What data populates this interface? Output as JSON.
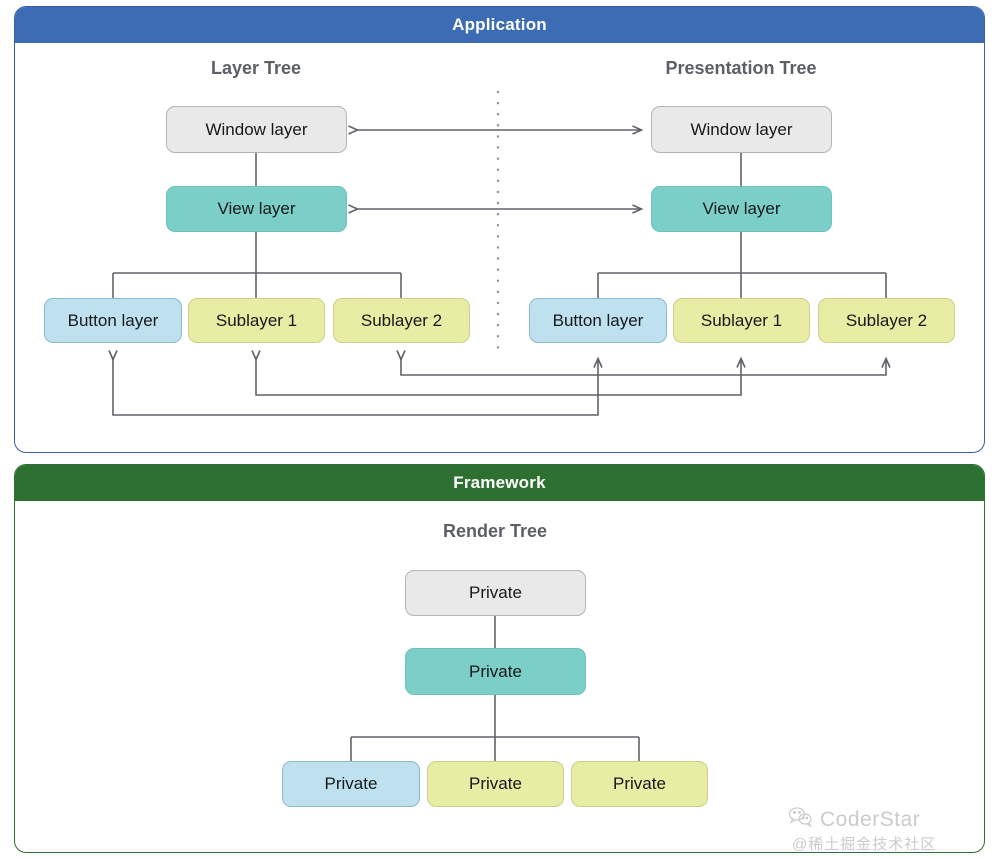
{
  "sections": [
    {
      "id": "application",
      "title": "Application",
      "accent": "#3b6cb4",
      "trees": [
        {
          "id": "layer-tree",
          "title": "Layer Tree",
          "nodes": [
            {
              "label": "Window layer",
              "color": "grey"
            },
            {
              "label": "View layer",
              "color": "teal"
            },
            {
              "label": "Button layer",
              "color": "blue"
            },
            {
              "label": "Sublayer 1",
              "color": "yellow"
            },
            {
              "label": "Sublayer 2",
              "color": "yellow"
            }
          ]
        },
        {
          "id": "presentation-tree",
          "title": "Presentation Tree",
          "nodes": [
            {
              "label": "Window layer",
              "color": "grey"
            },
            {
              "label": "View layer",
              "color": "teal"
            },
            {
              "label": "Button layer",
              "color": "blue"
            },
            {
              "label": "Sublayer 1",
              "color": "yellow"
            },
            {
              "label": "Sublayer 2",
              "color": "yellow"
            }
          ]
        }
      ]
    },
    {
      "id": "framework",
      "title": "Framework",
      "accent": "#2e7031",
      "trees": [
        {
          "id": "render-tree",
          "title": "Render Tree",
          "nodes": [
            {
              "label": "Private",
              "color": "grey"
            },
            {
              "label": "Private",
              "color": "teal"
            },
            {
              "label": "Private",
              "color": "blue"
            },
            {
              "label": "Private",
              "color": "yellow"
            },
            {
              "label": "Private",
              "color": "yellow"
            }
          ]
        }
      ]
    }
  ],
  "colors": {
    "application_header": "#3b6cb4",
    "framework_header": "#2e7031",
    "node_grey": "#e9e9e9",
    "node_teal": "#7ccec8",
    "node_blue": "#bfe1ef",
    "node_yellow": "#e9eca4",
    "wire": "#5f6368",
    "title_text": "#5b5f66"
  },
  "watermark": {
    "name": "CoderStar",
    "sub": "@稀土掘金技术社区",
    "icon": "wechat-icon"
  }
}
